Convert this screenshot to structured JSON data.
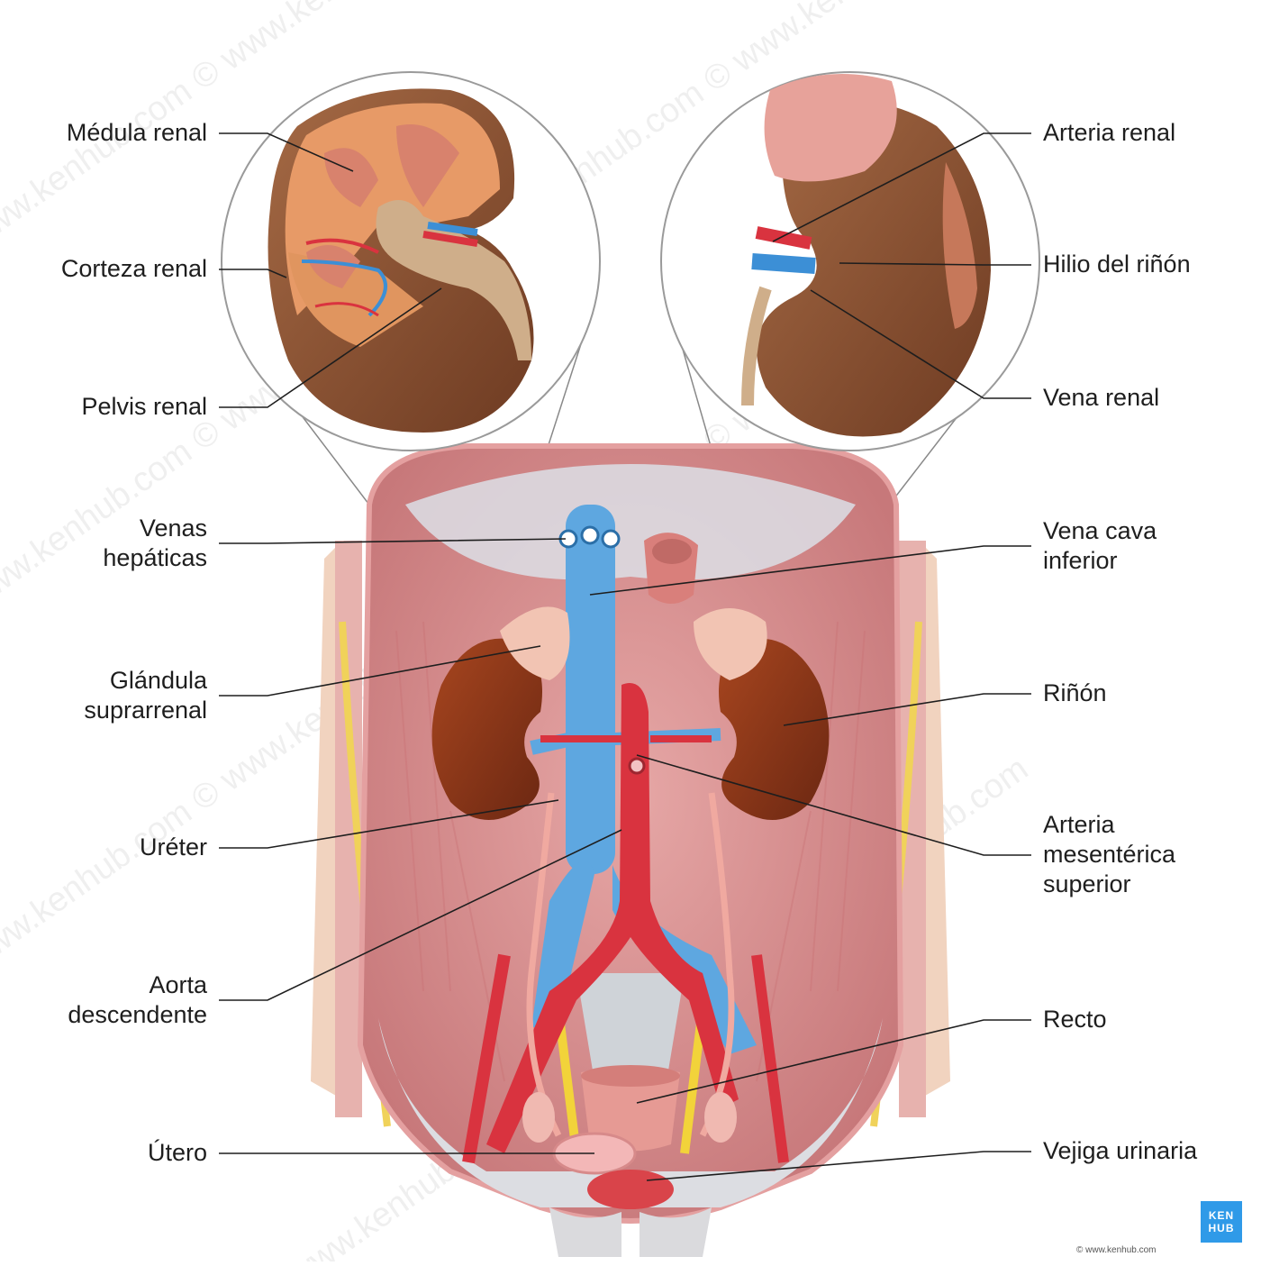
{
  "labels": {
    "medula_renal": "Médula renal",
    "corteza_renal": "Corteza renal",
    "pelvis_renal": "Pelvis renal",
    "venas_hepaticas": "Venas\nhepáticas",
    "glandula_suprarrenal": "Glándula\nsuprarrenal",
    "ureter": "Uréter",
    "aorta_descendente": "Aorta\ndescendente",
    "utero": "Útero",
    "arteria_renal": "Arteria renal",
    "hilio_rinon": "Hilio del riñón",
    "vena_renal": "Vena renal",
    "vena_cava_inferior": "Vena cava\ninferior",
    "rinon": "Riñón",
    "arteria_mesenterica": "Arteria\nmesentérica\nsuperior",
    "recto": "Recto",
    "vejiga_urinaria": "Vejiga urinaria"
  },
  "brand": {
    "logo_line1": "KEN",
    "logo_line2": "HUB",
    "copyright": "© www.kenhub.com",
    "watermark": "© www.kenhub.com"
  },
  "colors": {
    "artery": "#d9333f",
    "vein": "#3c8fd6",
    "kidney": "#8a4a2c",
    "muscle": "#d98a8c",
    "leader": "#1e1e1e",
    "brand": "#2f9ae8"
  }
}
